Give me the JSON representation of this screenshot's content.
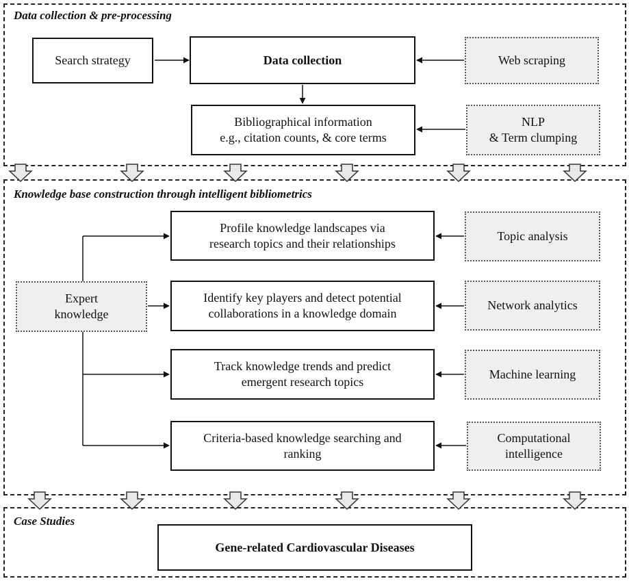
{
  "sections": {
    "collection": {
      "title": "Data collection & pre-processing"
    },
    "knowledge": {
      "title": "Knowledge base construction through intelligent bibliometrics"
    },
    "cases": {
      "title": "Case Studies"
    }
  },
  "collection": {
    "search_strategy": "Search strategy",
    "data_collection": "Data collection",
    "web_scraping": "Web scraping",
    "biblio_line1": "Bibliographical information",
    "biblio_line2": "e.g., citation counts, & core terms",
    "nlp_line1": "NLP",
    "nlp_line2": "& Term clumping"
  },
  "knowledge": {
    "expert_line1": "Expert",
    "expert_line2": "knowledge",
    "tasks": [
      {
        "line1": "Profile knowledge landscapes via",
        "line2": "research topics and their relationships"
      },
      {
        "line1": "Identify key players and detect potential",
        "line2": "collaborations in a knowledge domain"
      },
      {
        "line1": "Track knowledge trends and predict",
        "line2": "emergent research topics"
      },
      {
        "line1": "Criteria-based knowledge searching and",
        "line2": "ranking"
      }
    ],
    "methods": [
      {
        "line1": "Topic analysis",
        "line2": ""
      },
      {
        "line1": "Network analytics",
        "line2": ""
      },
      {
        "line1": "Machine learning",
        "line2": ""
      },
      {
        "line1": "Computational",
        "line2": "intelligence"
      }
    ]
  },
  "cases": {
    "case_title": "Gene-related Cardiovascular Diseases"
  }
}
